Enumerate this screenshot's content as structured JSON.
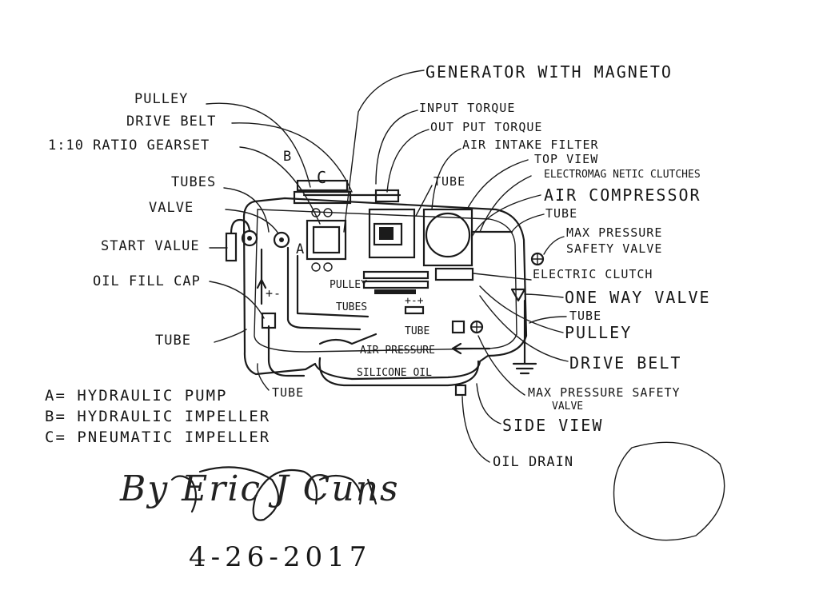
{
  "labels": {
    "generator": "GENERATOR WITH MAGNETO",
    "pulley_top": "PULLEY",
    "input_torque": "INPUT TORQUE",
    "drive_belt_top": "DRIVE BELT",
    "output_torque": "OUT PUT TORQUE",
    "gearset": "1:10 RATIO GEARSET",
    "air_filter": "AIR INTAKE FILTER",
    "b_mark": "B",
    "top_view": "TOP VIEW",
    "c_mark": "C",
    "tubes_top": "TUBES",
    "tube_top": "TUBE",
    "em_clutches": "ELECTROMAG NETIC CLUTCHES",
    "air_compressor": "AIR COMPRESSOR",
    "valve": "VALVE",
    "tube_right_top": "TUBE",
    "max_pressure_safety_valve": "MAX PRESSURE",
    "safety_valve": "SAFETY VALVE",
    "start_value": "START VALUE",
    "a_mark": "A",
    "electric_clutch": "ELECTRIC CLUTCH",
    "oil_fill_cap": "OIL FILL CAP",
    "pulley_inner": "PULLEY",
    "one_way_valve": "ONE WAY VALVE",
    "pm_mark": "+-",
    "tubes_inner": "TUBES",
    "tube_right_mid": "TUBE",
    "tube_left": "TUBE",
    "plus_minus_small": "+-+",
    "tube_inner": "TUBE",
    "pulley_right": "PULLEY",
    "air_pressure": "AIR PRESSURE",
    "drive_belt_right": "DRIVE BELT",
    "silicone_oil": "SILICONE OIL",
    "max_pressure_safety_valve_2": "MAX PRESSURE SAFETY",
    "valve_2": "VALVE",
    "tube_bottom": "TUBE",
    "side_view": "SIDE VIEW",
    "oil_drain": "OIL DRAIN"
  },
  "legend": {
    "a": "A= HYDRAULIC PUMP",
    "b": "B= HYDRAULIC IMPELLER",
    "c": "C= PNEUMATIC IMPELLER"
  },
  "signature": {
    "by": "By Eric J Cuns",
    "date": "4-26-2017"
  },
  "colors": {
    "ink": "#1b1b1b",
    "paper": "#ffffff"
  }
}
